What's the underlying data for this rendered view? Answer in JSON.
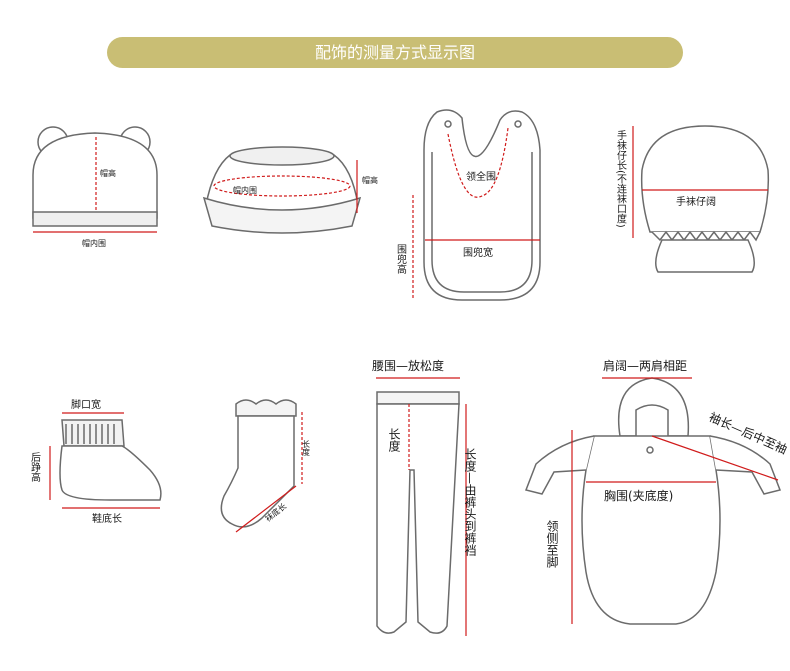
{
  "header": {
    "title": "配饰的测量方式显示图"
  },
  "labels": {
    "hat_height": "帽高",
    "hat_inner_circ": "帽内围",
    "bucket_inner_circ": "帽内围",
    "bucket_height": "帽高",
    "bib_neck": "领全围",
    "bib_height": "围兜高",
    "bib_width": "围兜宽",
    "mitten_length": "手袜仔长(不连袜口度)",
    "mitten_width": "手袜仔阔",
    "bootie_opening": "脚口宽",
    "bootie_heel": "后踭高",
    "bootie_sole": "鞋底长",
    "sock_length": "长度",
    "sock_sole": "袜底长",
    "tights_waist": "腰围—放松度",
    "tights_length_short": "长度",
    "tights_length_full": "长度—由裤头到裤裆",
    "sleep_shoulder": "肩阔—两肩相距",
    "sleep_sleeve": "袖长—后中至袖",
    "sleep_chest": "胸围(夹底度)",
    "sleep_length": "领侧至脚"
  },
  "colors": {
    "banner": "#c9be74",
    "measure": "#d01b1b",
    "outline": "#6b6b6b"
  }
}
